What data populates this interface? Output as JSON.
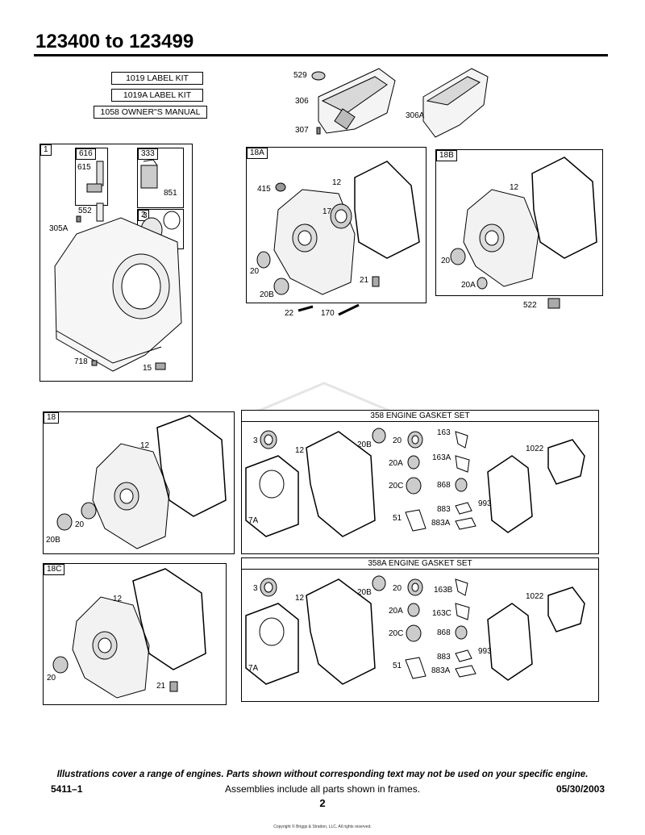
{
  "header": {
    "title": "123400 to 123499"
  },
  "kits": [
    {
      "label": "1019 LABEL KIT"
    },
    {
      "label": "1019A LABEL KIT"
    },
    {
      "label": "1058 OWNER\"S MANUAL"
    }
  ],
  "top_parts": {
    "p529": "529",
    "p306": "306",
    "p307": "307",
    "p306a": "306A"
  },
  "frame_1": {
    "tag": "1",
    "sub_616": "616",
    "p615": "615",
    "sub_333": "333",
    "p851": "851",
    "sub_2": "2",
    "p3": "3",
    "p552": "552",
    "p305a": "305A",
    "p718": "718",
    "p15": "15"
  },
  "frame_18a": {
    "tag": "18A",
    "p415": "415",
    "p12": "12",
    "p17": "17",
    "p20": "20",
    "p20b": "20B",
    "p21": "21",
    "p22": "22",
    "p170": "170"
  },
  "frame_18b": {
    "tag": "18B",
    "p12": "12",
    "p20": "20",
    "p20a": "20A",
    "p522": "522"
  },
  "frame_18": {
    "tag": "18",
    "p12": "12",
    "p20": "20",
    "p20b": "20B"
  },
  "frame_18c": {
    "tag": "18C",
    "p12": "12",
    "p20": "20",
    "p21": "21"
  },
  "gasket_358": {
    "title": "358 ENGINE GASKET SET",
    "p3": "3",
    "p12": "12",
    "p20b": "20B",
    "p20": "20",
    "p20a": "20A",
    "p20c": "20C",
    "p163": "163",
    "p163a": "163A",
    "p868": "868",
    "p883": "883",
    "p883a": "883A",
    "p993": "993",
    "p1022": "1022",
    "p7a": "7A",
    "p51": "51"
  },
  "gasket_358a": {
    "title": "358A ENGINE GASKET SET",
    "p3": "3",
    "p12": "12",
    "p20b": "20B",
    "p20": "20",
    "p20a": "20A",
    "p20c": "20C",
    "p163b": "163B",
    "p163c": "163C",
    "p868": "868",
    "p883": "883",
    "p883a": "883A",
    "p993": "993",
    "p1022": "1022",
    "p7a": "7A",
    "p51": "51"
  },
  "footer": {
    "disclaimer": "Illustrations cover a range of engines. Parts shown without corresponding text may not be used on your specific engine.",
    "doc_number": "5411–1",
    "assemblies_note": "Assemblies include all parts shown in frames.",
    "date": "05/30/2003",
    "page": "2",
    "copyright": "Copyright © Briggs & Stratton, LLC. All rights reserved."
  }
}
